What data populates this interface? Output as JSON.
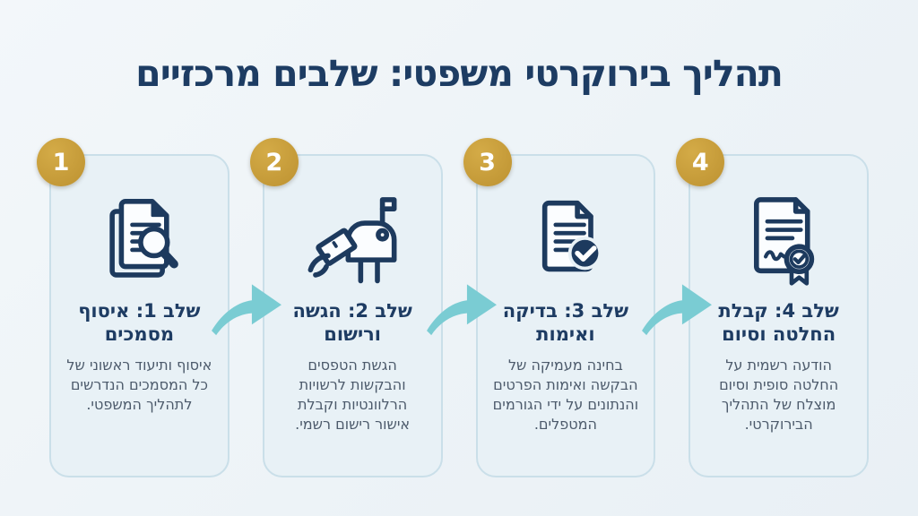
{
  "title": "תהליך בירוקרטי משפטי: שלבים מרכזיים",
  "colors": {
    "page_background": "#eef3f7",
    "title_navy": "#1d3c63",
    "icon_navy": "#1d3a5e",
    "badge_gold": "#c49b38",
    "arrow_teal": "#7accd3",
    "card_background": "#e8f1f6",
    "card_border": "#cadfe9",
    "body_text": "#4c5a6b"
  },
  "stages": [
    {
      "number": "1",
      "icon": "documents-search-icon",
      "heading": "שלב 1: איסוף מסמכים",
      "description": "איסוף ותיעוד ראשוני של כל המסמכים הנדרשים לתהליך המשפטי."
    },
    {
      "number": "2",
      "icon": "mailbox-submit-icon",
      "heading": "שלב 2: הגשה ורישום",
      "description": "הגשת הטפסים והבקשות לרשויות הרלוונטיות וקבלת אישור רישום רשמי."
    },
    {
      "number": "3",
      "icon": "document-check-icon",
      "heading": "שלב 3: בדיקה ואימות",
      "description": "בחינה מעמיקה של הבקשה ואימות הפרטים והנתונים על ידי הגורמים המטפלים."
    },
    {
      "number": "4",
      "icon": "certificate-award-icon",
      "heading": "שלב 4: קבלת החלטה וסיום",
      "description": "הודעה רשמית על החלטה סופית וסיום מוצלח של התהליך הבירוקרטי."
    }
  ]
}
